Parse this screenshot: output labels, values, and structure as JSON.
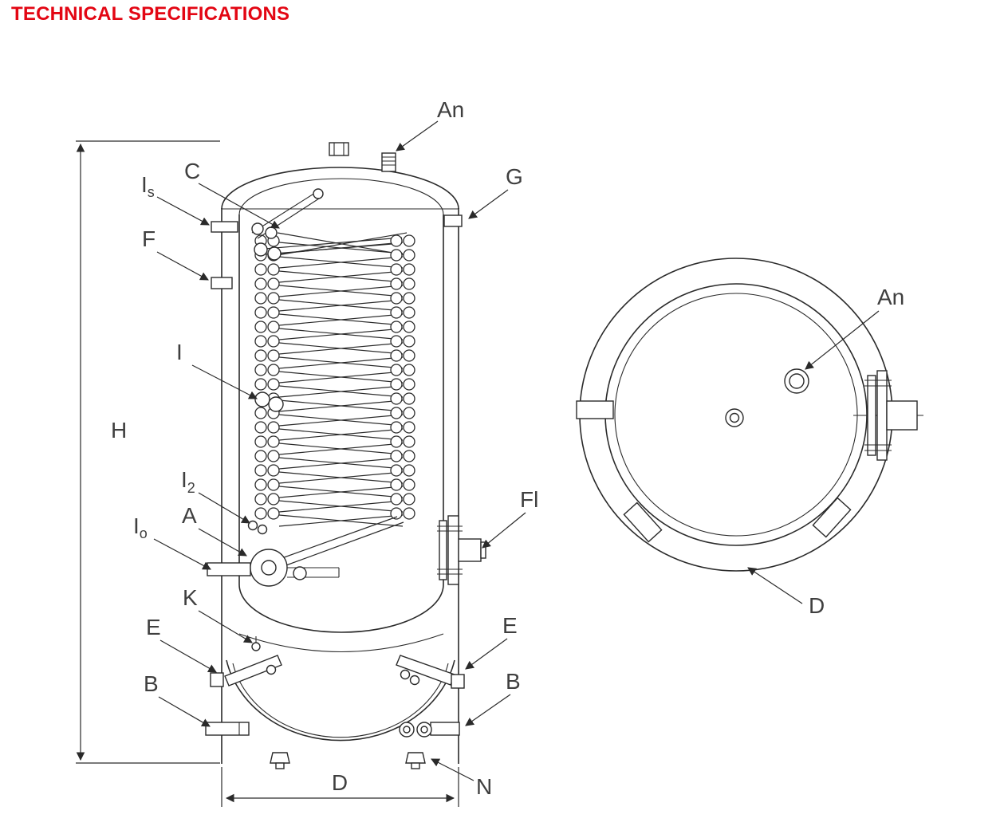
{
  "page": {
    "title": "TECHNICAL SPECIFICATIONS"
  },
  "colors": {
    "accent_red": "#e30613",
    "line": "#2a2a2a",
    "label_text": "#3f3f3f"
  },
  "front_view": {
    "name": "front-section-view",
    "labels": {
      "an": "An",
      "c": "C",
      "g": "G",
      "f": "F",
      "is": {
        "main": "I",
        "sub": "s"
      },
      "i": "I",
      "i2": {
        "main": "I",
        "sub": "2"
      },
      "a": "A",
      "io": {
        "main": "I",
        "sub": "o"
      },
      "k": "K",
      "e_left": "E",
      "e_right": "E",
      "b_left": "B",
      "b_right": "B",
      "fl": "Fl",
      "n": "N"
    },
    "dimensions": {
      "height": "H",
      "diameter": "D"
    }
  },
  "top_view": {
    "name": "top-view",
    "labels": {
      "an": "An"
    },
    "dimensions": {
      "diameter": "D"
    }
  }
}
